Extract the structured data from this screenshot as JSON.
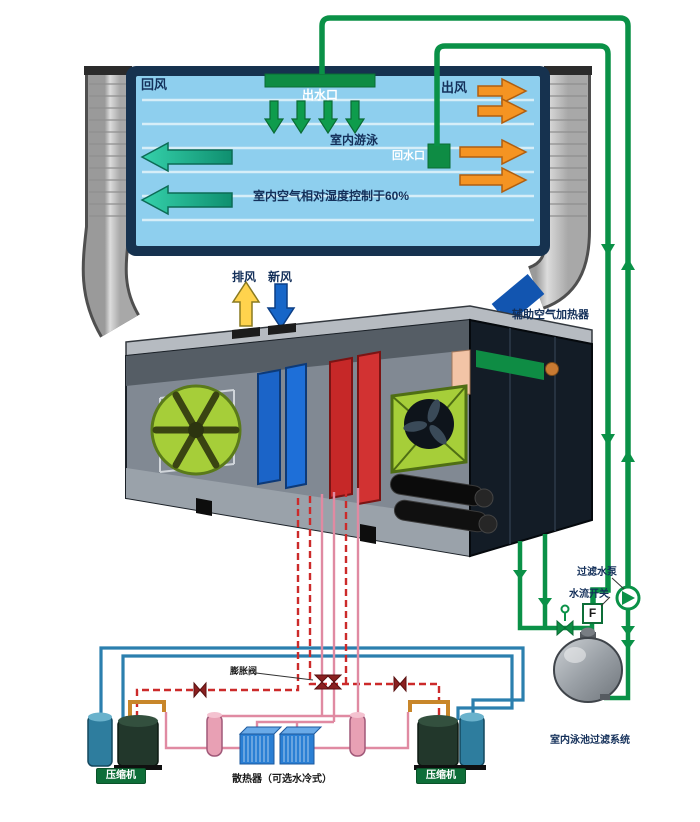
{
  "pool_room": {
    "return_air": "回风",
    "water_outlet": "出水口",
    "air_supply": "出风",
    "indoor_pool": "室内游泳",
    "water_return": "回水口",
    "humidity_note": "室内空气相对湿度控制于60%"
  },
  "ahu": {
    "exhaust_air": "排风",
    "fresh_air": "新风",
    "aux_air_heater": "辅助空气加热器"
  },
  "filtration": {
    "filter_pump": "过滤水泵",
    "water_flow_switch": "水流开关",
    "flow_switch_mark": "F",
    "pool_filter_system": "室内泳池过滤系统"
  },
  "refrigeration": {
    "expansion_valve": "膨胀阀",
    "compressor_left": "压缩机",
    "compressor_right": "压缩机",
    "radiator": "散热器（可选水冷式）"
  },
  "colors": {
    "pool_water": "#8ecfee",
    "pipe_green": "#0a9147",
    "arrow_teal": "#2bbf9d",
    "arrow_orange": "#f59422",
    "arrow_yellow": "#ffd34d",
    "arrow_blue": "#1766c8",
    "coil_blue": "#1b64c8",
    "coil_red": "#c62828",
    "fan_lime": "#a6ce39",
    "pipe_pink": "#e899ad",
    "pipe_red": "#cc2a2a",
    "pipe_blue": "#2b7fae"
  }
}
